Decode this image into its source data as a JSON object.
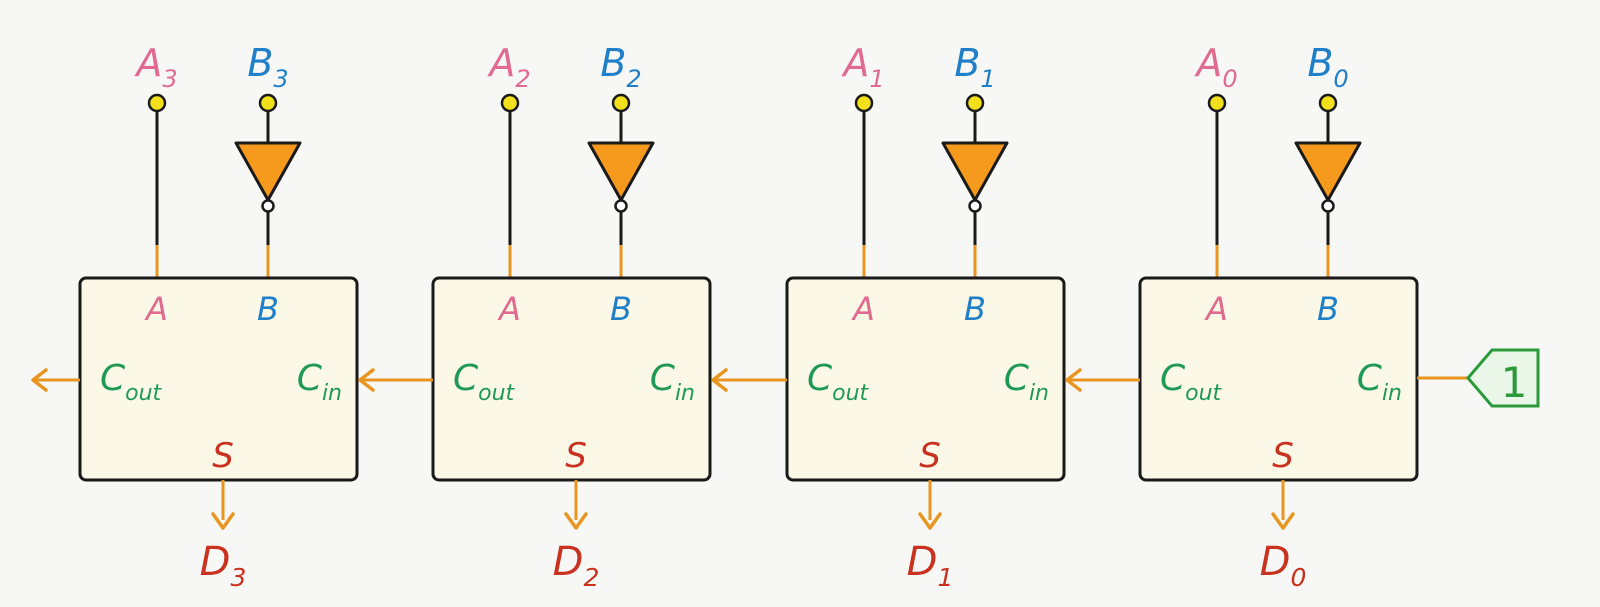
{
  "colors": {
    "a_label": "#e06b8f",
    "b_label": "#1f7fc9",
    "carry_label": "#1f9a55",
    "sum_label": "#c8321e",
    "wire": "#e8961f",
    "input_wire": "#1a1a1a",
    "input_dot": "#f2e01a",
    "box_fill": "#fbf8e8",
    "box_stroke": "#1a1a1a",
    "inverter_fill": "#f59a1c",
    "constant_stroke": "#2a9a3a",
    "constant_fill": "#eaf7e8"
  },
  "stages": [
    {
      "a_main": "A",
      "a_sub": "3",
      "b_main": "B",
      "b_sub": "3",
      "d_main": "D",
      "d_sub": "3"
    },
    {
      "a_main": "A",
      "a_sub": "2",
      "b_main": "B",
      "b_sub": "2",
      "d_main": "D",
      "d_sub": "2"
    },
    {
      "a_main": "A",
      "a_sub": "1",
      "b_main": "B",
      "b_sub": "1",
      "d_main": "D",
      "d_sub": "1"
    },
    {
      "a_main": "A",
      "a_sub": "0",
      "b_main": "B",
      "b_sub": "0",
      "d_main": "D",
      "d_sub": "0"
    }
  ],
  "adder": {
    "port_a": "A",
    "port_b": "B",
    "carry_out_main": "C",
    "carry_out_sub": "out",
    "carry_in_main": "C",
    "carry_in_sub": "in",
    "sum": "S"
  },
  "carry_in_constant": "1"
}
